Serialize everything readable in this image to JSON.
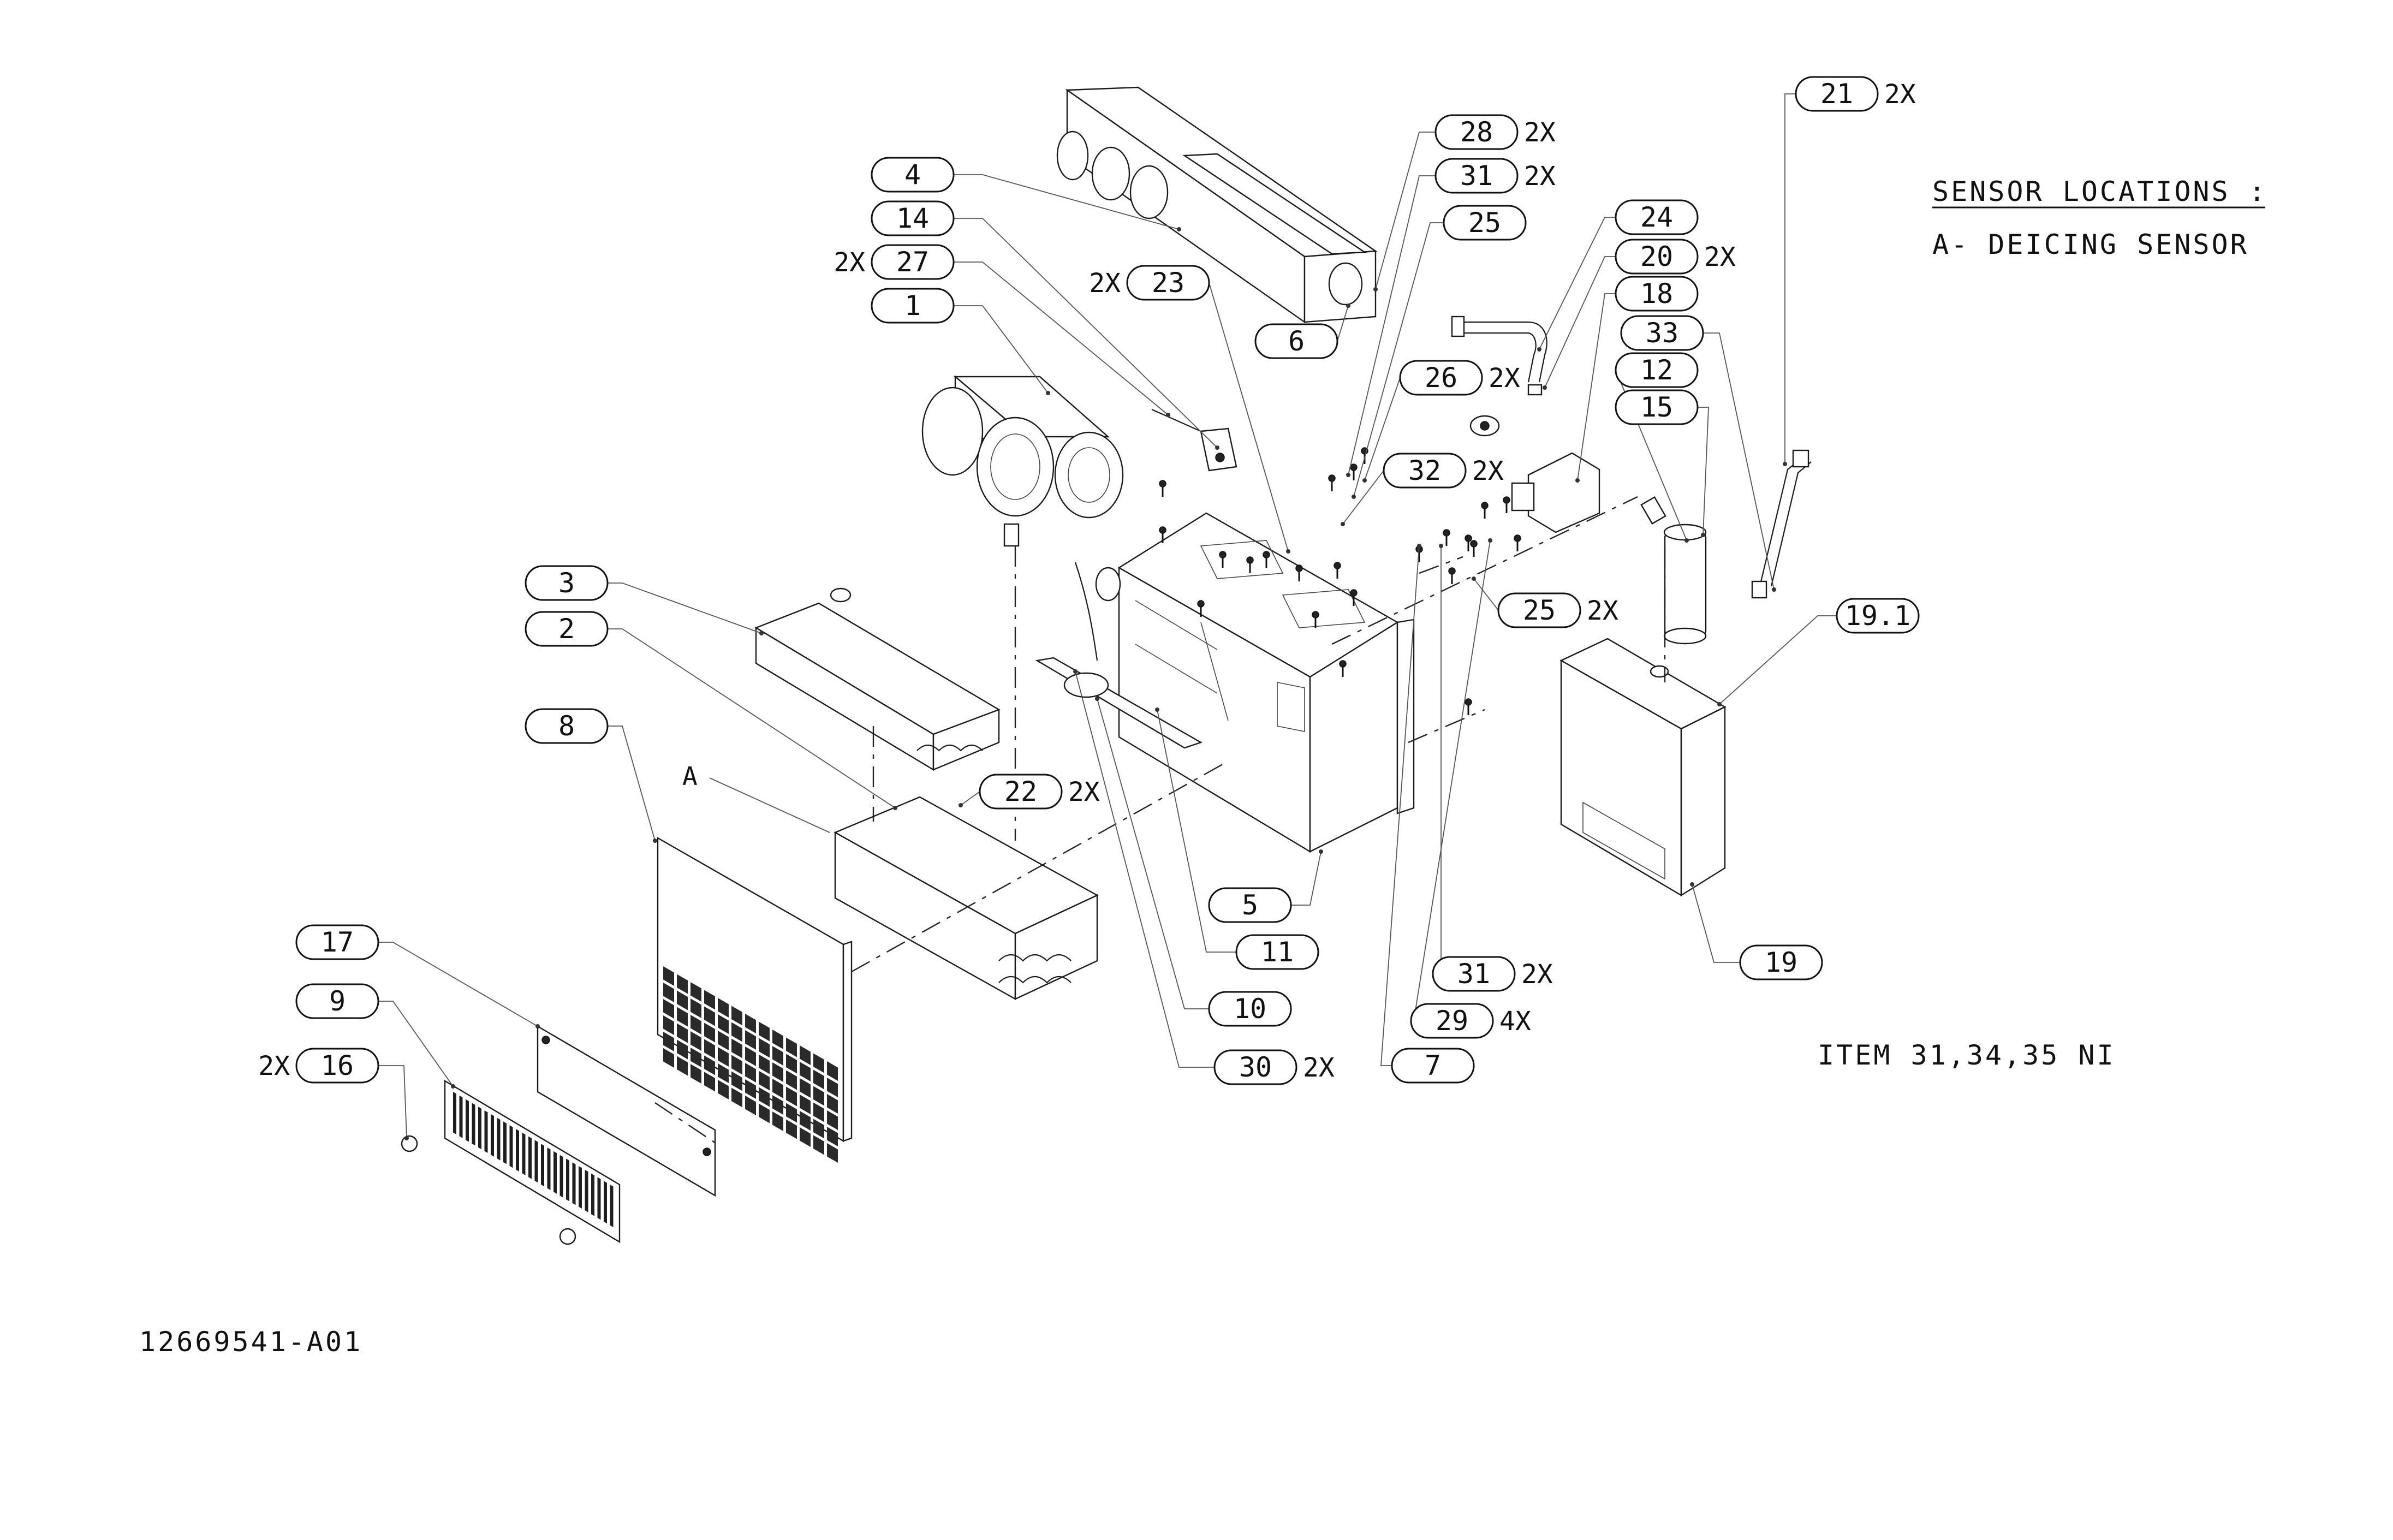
{
  "drawing": {
    "number": "12669541-A01",
    "notes": {
      "sensor_heading": "SENSOR LOCATIONS :",
      "sensor_a": "A- DEICING SENSOR",
      "item_note": "ITEM 31,34,35 NI",
      "sensor_mark": "A"
    }
  },
  "callouts": [
    {
      "id": "c28",
      "label": "28",
      "qty": "2X"
    },
    {
      "id": "c31a",
      "label": "31",
      "qty": "2X"
    },
    {
      "id": "c25a",
      "label": "25",
      "qty": ""
    },
    {
      "id": "c21",
      "label": "21",
      "qty": "2X"
    },
    {
      "id": "c4",
      "label": "4",
      "qty": ""
    },
    {
      "id": "c14",
      "label": "14",
      "qty": ""
    },
    {
      "id": "c27",
      "label": "27",
      "qty": "2X"
    },
    {
      "id": "c1",
      "label": "1",
      "qty": ""
    },
    {
      "id": "c23",
      "label": "23",
      "qty": "2X"
    },
    {
      "id": "c6",
      "label": "6",
      "qty": ""
    },
    {
      "id": "c24",
      "label": "24",
      "qty": ""
    },
    {
      "id": "c20",
      "label": "20",
      "qty": "2X"
    },
    {
      "id": "c18",
      "label": "18",
      "qty": ""
    },
    {
      "id": "c33",
      "label": "33",
      "qty": ""
    },
    {
      "id": "c12",
      "label": "12",
      "qty": ""
    },
    {
      "id": "c15",
      "label": "15",
      "qty": ""
    },
    {
      "id": "c26",
      "label": "26",
      "qty": "2X"
    },
    {
      "id": "c32",
      "label": "32",
      "qty": "2X"
    },
    {
      "id": "c3",
      "label": "3",
      "qty": ""
    },
    {
      "id": "c2",
      "label": "2",
      "qty": ""
    },
    {
      "id": "c25b",
      "label": "25",
      "qty": "2X"
    },
    {
      "id": "c191",
      "label": "19.1",
      "qty": ""
    },
    {
      "id": "c8",
      "label": "8",
      "qty": ""
    },
    {
      "id": "c22",
      "label": "22",
      "qty": "2X"
    },
    {
      "id": "c5",
      "label": "5",
      "qty": ""
    },
    {
      "id": "c11",
      "label": "11",
      "qty": ""
    },
    {
      "id": "c19",
      "label": "19",
      "qty": ""
    },
    {
      "id": "c17",
      "label": "17",
      "qty": ""
    },
    {
      "id": "c31b",
      "label": "31",
      "qty": "2X"
    },
    {
      "id": "c10",
      "label": "10",
      "qty": ""
    },
    {
      "id": "c9",
      "label": "9",
      "qty": ""
    },
    {
      "id": "c29",
      "label": "29",
      "qty": "4X"
    },
    {
      "id": "c16",
      "label": "16",
      "qty": "2X"
    },
    {
      "id": "c30",
      "label": "30",
      "qty": "2X"
    },
    {
      "id": "c7",
      "label": "7",
      "qty": ""
    }
  ]
}
